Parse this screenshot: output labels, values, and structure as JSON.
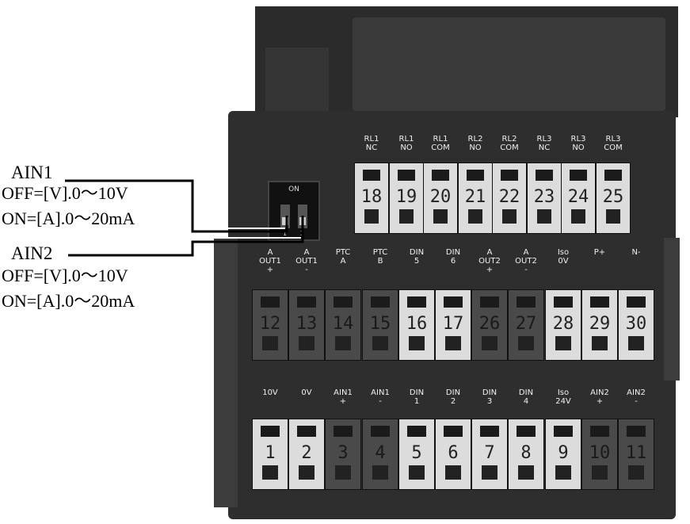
{
  "annotations": {
    "ain1": {
      "title": "AIN1",
      "off": "OFF=[V].0～10V",
      "on": "ON=[A].0～20mA"
    },
    "ain2": {
      "title": "AIN2",
      "off": "OFF=[V].0～10V",
      "on": "ON=[A].0～20mA"
    }
  },
  "dip_switch": {
    "label": "ON",
    "positions": [
      "1",
      "2"
    ]
  },
  "relay_row": {
    "labels": [
      "RL1\nNC",
      "RL1\nNO",
      "RL1\nCOM",
      "RL2\nNO",
      "RL2\nCOM",
      "RL3\nNC",
      "RL3\nNO",
      "RL3\nCOM"
    ],
    "terminals": [
      "18",
      "19",
      "20",
      "21",
      "22",
      "23",
      "24",
      "25"
    ]
  },
  "middle_row": {
    "labels": [
      "A\nOUT1\n+",
      "A\nOUT1\n-",
      "PTC\nA",
      "PTC\nB",
      "DIN\n5",
      "DIN\n6",
      "A\nOUT2\n+",
      "A\nOUT2\n-",
      "Iso\n0V",
      "P+",
      "N-"
    ],
    "terminals": [
      "12",
      "13",
      "14",
      "15",
      "16",
      "17",
      "26",
      "27",
      "28",
      "29",
      "30"
    ]
  },
  "bottom_row": {
    "labels": [
      "10V",
      "0V",
      "AIN1\n+",
      "AIN1\n-",
      "DIN\n1",
      "DIN\n2",
      "DIN\n3",
      "DIN\n4",
      "Iso\n24V",
      "AIN2\n+",
      "AIN2\n-"
    ],
    "terminals": [
      "1",
      "2",
      "3",
      "4",
      "5",
      "6",
      "7",
      "8",
      "9",
      "10",
      "11"
    ]
  }
}
